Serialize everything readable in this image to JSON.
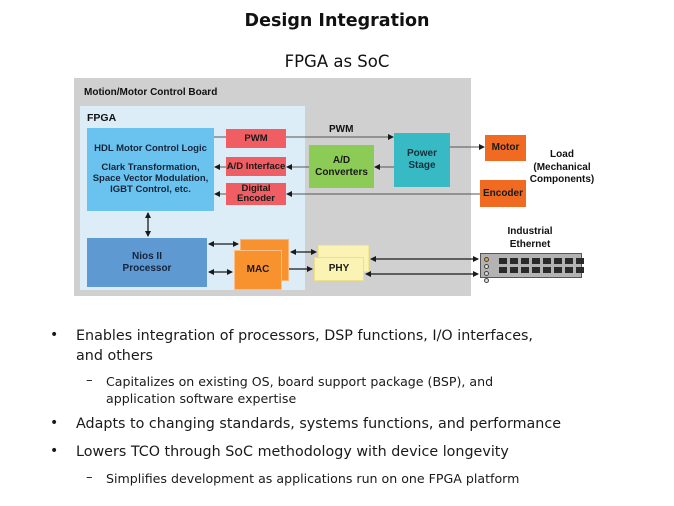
{
  "slide": {
    "title": "Design Integration",
    "subtitle": "FPGA as SoC"
  },
  "diagram": {
    "board_label": "Motion/Motor Control Board",
    "fpga_label": "FPGA",
    "hdl_block": {
      "heading": "HDL Motor Control Logic",
      "body": "Clark Transformation, Space Vector Modulation, IGBT Control, etc."
    },
    "nios_block": {
      "line1": "Nios II",
      "line2": "Processor"
    },
    "pwm_block": "PWM",
    "ad_interface_block": "A/D Interface",
    "digital_encoder_block": {
      "line1": "Digital",
      "line2": "Encoder"
    },
    "pwm_signal_label": "PWM",
    "ad_converters_block": {
      "line1": "A/D",
      "line2": "Converters"
    },
    "power_stage_block": {
      "line1": "Power",
      "line2": "Stage"
    },
    "motor_block": "Motor",
    "encoder_block": "Encoder",
    "load_label": {
      "line1": "Load",
      "line2": "(Mechanical",
      "line3": "Components)"
    },
    "mac_block": "MAC",
    "phy_block": "PHY",
    "ethernet_label": {
      "line1": "Industrial",
      "line2": "Ethernet"
    },
    "switch_ports": 16,
    "colors": {
      "board": "#d1d0d0",
      "fpga": "#dcedf7",
      "hdl": "#6ac3ee",
      "nios": "#5e9ad1",
      "interface_red": "#f05d63",
      "ad_converters": "#8dcb57",
      "power_stage": "#37bac4",
      "motor_encoder": "#f06a22",
      "mac": "#f7922e",
      "phy": "#fbf3b4"
    }
  },
  "bullets": [
    {
      "text_line1": "Enables integration of processors, DSP functions, I/O interfaces,",
      "text_line2": "and others",
      "sub": [
        {
          "text_line1": "Capitalizes on existing OS, board support package (BSP), and",
          "text_line2": "application  software expertise"
        }
      ]
    },
    {
      "text_line1": "Adapts to changing standards, systems functions, and performance"
    },
    {
      "text_line1": "Lowers TCO through SoC methodology with device longevity",
      "sub": [
        {
          "text_line1": "Simplifies  development as applications  run  on one FPGA platform"
        }
      ]
    }
  ],
  "bullet_glyph": "•",
  "sub_bullet_glyph": "–"
}
